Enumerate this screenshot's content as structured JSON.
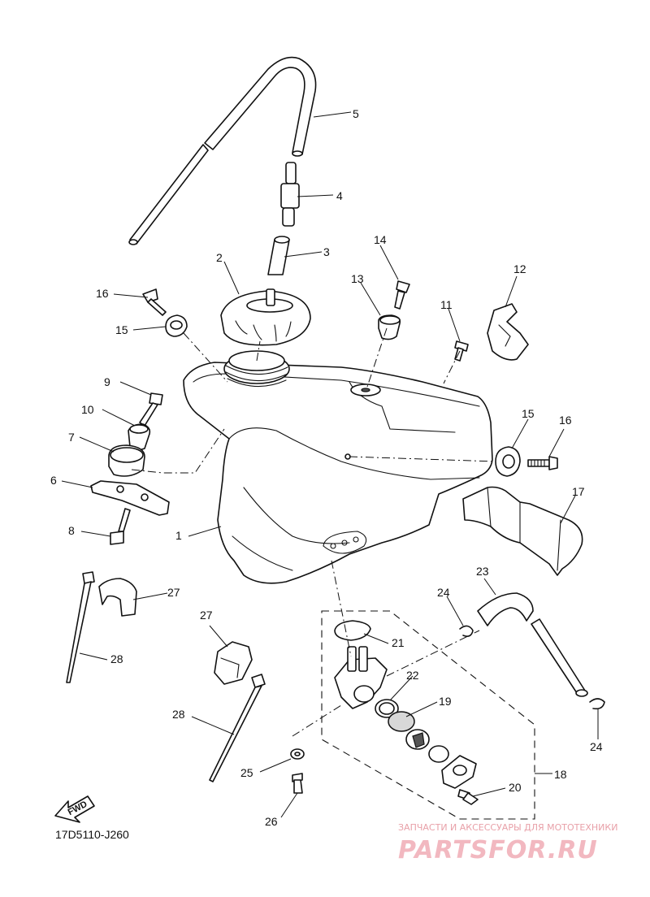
{
  "diagram": {
    "part_numbers": [
      "1",
      "2",
      "3",
      "4",
      "5",
      "6",
      "7",
      "8",
      "9",
      "10",
      "11",
      "12",
      "13",
      "14",
      "15",
      "15",
      "16",
      "16",
      "17",
      "18",
      "19",
      "20",
      "21",
      "22",
      "23",
      "24",
      "24",
      "25",
      "26",
      "27",
      "27",
      "28",
      "28"
    ],
    "labels": {
      "n1": "1",
      "n2": "2",
      "n3": "3",
      "n4": "4",
      "n5": "5",
      "n6": "6",
      "n7": "7",
      "n8": "8",
      "n9": "9",
      "n10": "10",
      "n11": "11",
      "n12": "12",
      "n13": "13",
      "n14": "14",
      "n15a": "15",
      "n15b": "15",
      "n16a": "16",
      "n16b": "16",
      "n17": "17",
      "n18": "18",
      "n19": "19",
      "n20": "20",
      "n21": "21",
      "n22": "22",
      "n23": "23",
      "n24a": "24",
      "n24b": "24",
      "n25": "25",
      "n26": "26",
      "n27a": "27",
      "n27b": "27",
      "n28a": "28",
      "n28b": "28"
    },
    "drawing_code": "17D5110-J260",
    "fwd_label": "FWD"
  },
  "watermark": {
    "tagline": "ЗАПЧАСТИ И АКСЕССУАРЫ ДЛЯ МОТОТЕХНИКИ",
    "logo": "PARTSFOR.RU"
  }
}
